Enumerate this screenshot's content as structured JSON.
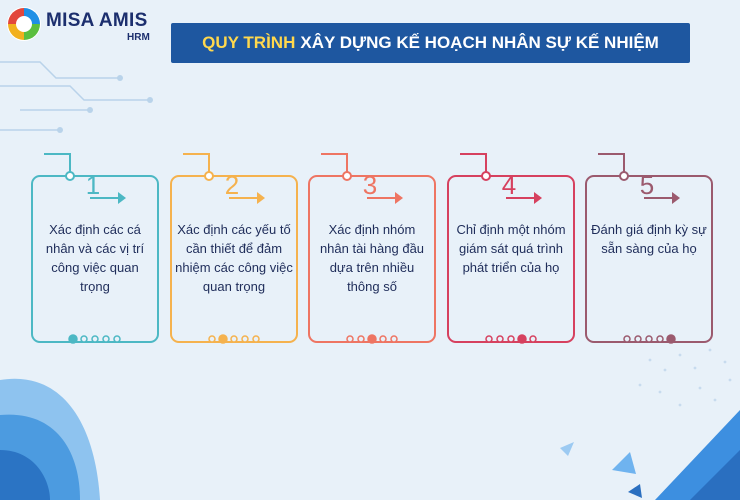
{
  "brand": {
    "name": "MISA AMIS",
    "sub": "HRM"
  },
  "title": {
    "highlight": "QUY TRÌNH",
    "rest": "XÂY DỰNG KẾ HOẠCH NHÂN SỰ KẾ NHIỆM"
  },
  "steps": [
    {
      "number": "1",
      "text": "Xác định các cá nhân và các vị trí công việc quan trọng",
      "color": "#4cb8c4",
      "active_dot": 1
    },
    {
      "number": "2",
      "text": "Xác định các yếu tố cần thiết để đảm nhiệm các công việc quan trọng",
      "color": "#f5b24e",
      "active_dot": 2
    },
    {
      "number": "3",
      "text": "Xác định nhóm nhân tài hàng đầu dựa trên nhiều thông số",
      "color": "#ee7563",
      "active_dot": 3
    },
    {
      "number": "4",
      "text": "Chỉ định một nhóm giám sát quá trình phát triển của họ",
      "color": "#d6415f",
      "active_dot": 4
    },
    {
      "number": "5",
      "text": "Đánh giá định kỳ sự sẵn sàng của họ",
      "color": "#9b5a6e",
      "active_dot": 5
    }
  ]
}
